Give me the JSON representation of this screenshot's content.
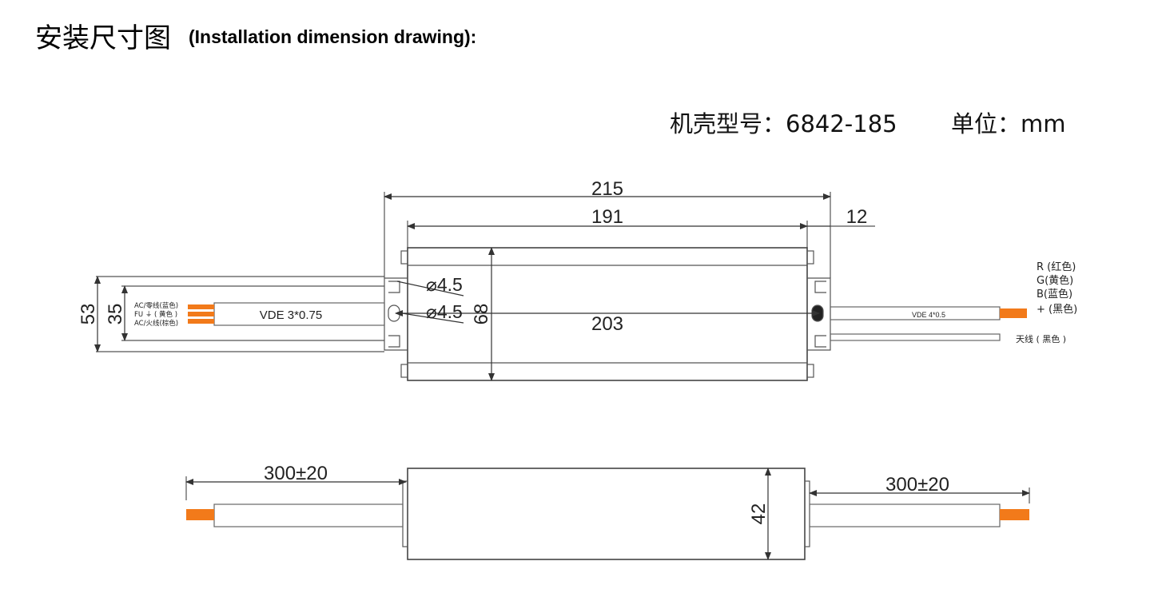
{
  "header": {
    "title_cn": "安装尺寸图",
    "title_en": "(Installation dimension drawing):",
    "model": "机壳型号：6842-185",
    "unit": "单位：mm"
  },
  "top_view": {
    "dim_overall": "215",
    "dim_body": "191",
    "dim_tab": "12",
    "dim_holes": "203",
    "dim_height": "68",
    "dim_h53": "53",
    "dim_h35": "35",
    "hole_1": "⌀4.5",
    "hole_2": "⌀4.5",
    "input_cable": "VDE 3*0.75",
    "input_wires": [
      "AC/零线(蓝色)",
      "FU ⏚ ( 黄色 )",
      "AC/火线(棕色)"
    ],
    "output_cable": "VDE 4*0.5",
    "output_wires": [
      "R (红色)",
      "G(黄色)",
      "B(蓝色)",
      "+ (黑色)"
    ],
    "antenna": "天线 ( 黑色 )"
  },
  "side_view": {
    "lead_left": "300±20",
    "lead_right": "300±20",
    "dim_thickness": "42"
  },
  "colors": {
    "line": "#555555",
    "outline": "#444444",
    "wire": "#f27a1a"
  }
}
